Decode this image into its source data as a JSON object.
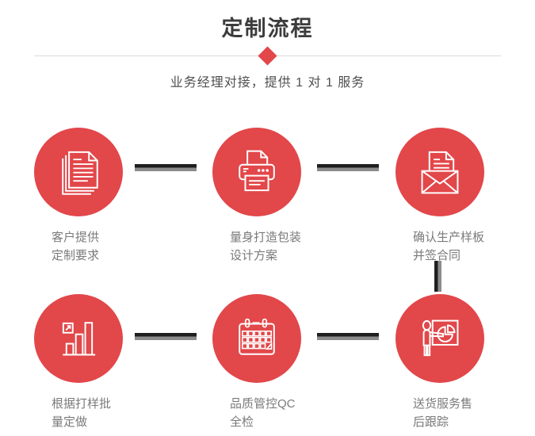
{
  "header": {
    "title": "定制流程",
    "subtitle": "业务经理对接，提供 1 对 1 服务"
  },
  "colors": {
    "accent": "#e2474a",
    "icon_stroke": "#ffffff",
    "connector_dark": "#1f1f1f",
    "connector_gray": "#8c8c8c",
    "divider_line": "#d9d9d9",
    "title_text": "#3c3c3c",
    "subtitle_text": "#4f4f4f",
    "label_text": "#7a7a7a"
  },
  "decor": {
    "diamond_icon": "red-diamond",
    "connector_style": "black-gray-dash"
  },
  "steps": [
    {
      "icon": "documents-icon",
      "lines": [
        "客户提供",
        "定制要求"
      ]
    },
    {
      "icon": "printer-icon",
      "lines": [
        "量身打造包装",
        "设计方案"
      ]
    },
    {
      "icon": "envelope-icon",
      "lines": [
        "确认生产样板",
        "并签合同"
      ]
    },
    {
      "icon": "bar-chart-icon",
      "lines": [
        "根据打样批",
        "量定做"
      ]
    },
    {
      "icon": "calendar-icon",
      "lines": [
        "品质管控QC",
        "全检"
      ]
    },
    {
      "icon": "presentation-icon",
      "lines": [
        "送货服务售",
        "后跟踪"
      ]
    }
  ]
}
